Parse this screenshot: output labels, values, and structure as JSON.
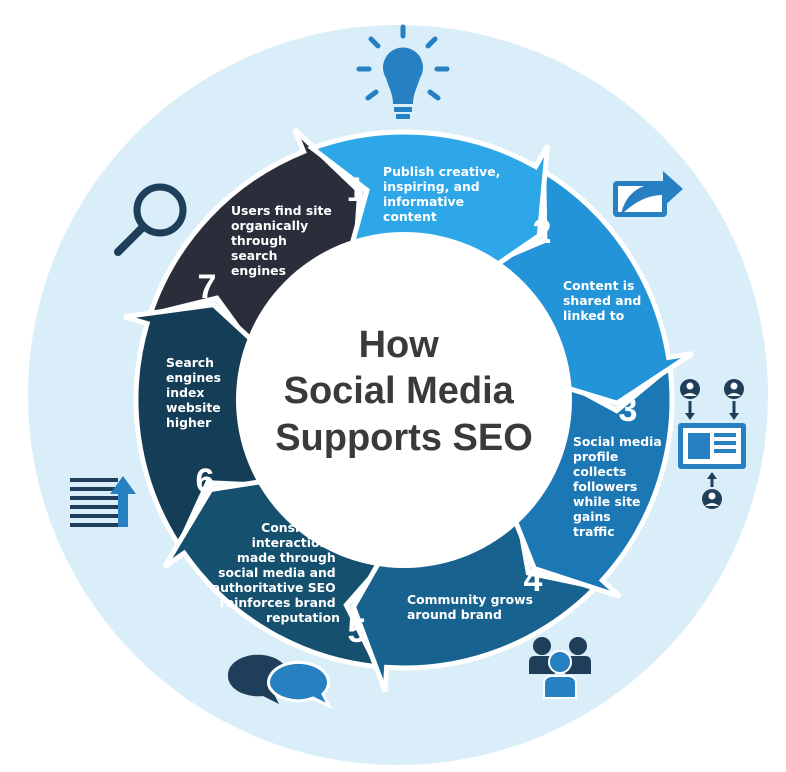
{
  "title_lines": [
    "How",
    "Social Media",
    "Supports SEO"
  ],
  "colors": {
    "background_disc": "#d9eef9",
    "center": "#ffffff",
    "title": "#3a3a3a",
    "segments": [
      "#2ea7e9",
      "#2494d8",
      "#1b78b5",
      "#18628f",
      "#16506f",
      "#143e57",
      "#2a2e3b"
    ],
    "icon": "#2680c2",
    "icon_dark": "#1f3e5a"
  },
  "steps": [
    {
      "number": "1",
      "lines": [
        "Publish creative,",
        "inspiring, and",
        "informative",
        "content"
      ],
      "icon": "lightbulb-icon"
    },
    {
      "number": "2",
      "lines": [
        "Content is",
        "shared and",
        "linked to"
      ],
      "icon": "share-icon"
    },
    {
      "number": "3",
      "lines": [
        "Social media",
        "profile",
        "collects",
        "followers",
        "while site",
        "gains",
        "traffic"
      ],
      "icon": "followers-network-icon"
    },
    {
      "number": "4",
      "lines": [
        "Community grows",
        "around brand"
      ],
      "icon": "community-icon"
    },
    {
      "number": "5",
      "lines": [
        "Consistent",
        "interactions",
        "made through",
        "social media and",
        "authoritative SEO",
        "reinforces brand",
        "reputation"
      ],
      "icon": "chat-bubbles-icon"
    },
    {
      "number": "6",
      "lines": [
        "Search",
        "engines",
        "index",
        "website",
        "higher"
      ],
      "icon": "ranking-up-icon"
    },
    {
      "number": "7",
      "lines": [
        "Users find site",
        "organically",
        "through",
        "search",
        "engines"
      ],
      "icon": "magnifier-icon"
    }
  ]
}
